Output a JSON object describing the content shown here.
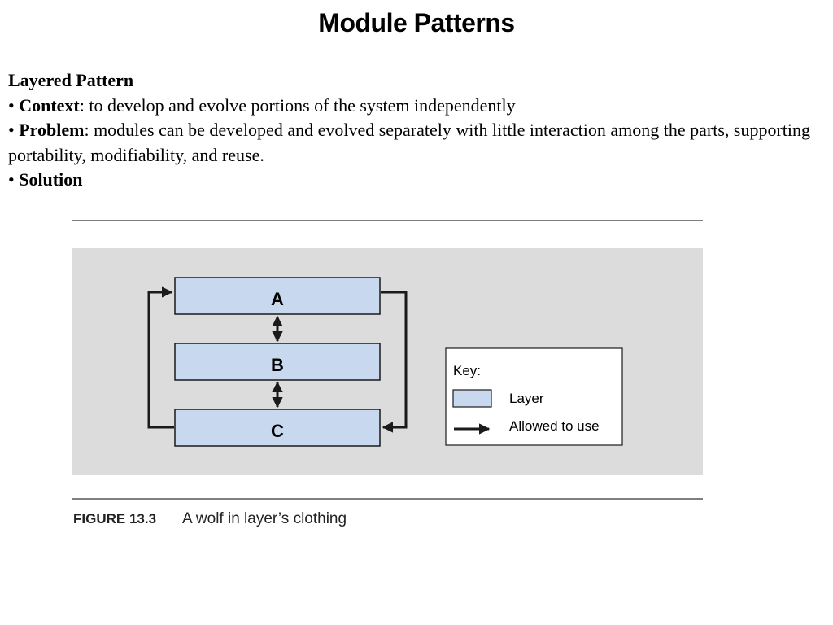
{
  "slide": {
    "title": "Module Patterns",
    "pattern_name": "Layered Pattern",
    "bullet": "•",
    "context_label": "Context",
    "context_text": ": to develop and evolve portions of the system independently",
    "problem_label": "Problem",
    "problem_text": ": modules can be developed and evolved separately with little interaction among the parts, supporting portability, modifiability, and reuse.",
    "solution_label": "Solution"
  },
  "figure": {
    "layers": [
      "A",
      "B",
      "C"
    ],
    "key_title": "Key:",
    "key_layer": "Layer",
    "key_arrow": "Allowed to use",
    "caption_number": "FIGURE 13.3",
    "caption_text": "A wolf in layer’s clothing",
    "colors": {
      "panel": "#dcdcdc",
      "layer_fill": "#c8d8ee",
      "line": "#1a1a1a",
      "rule": "#555555"
    }
  }
}
